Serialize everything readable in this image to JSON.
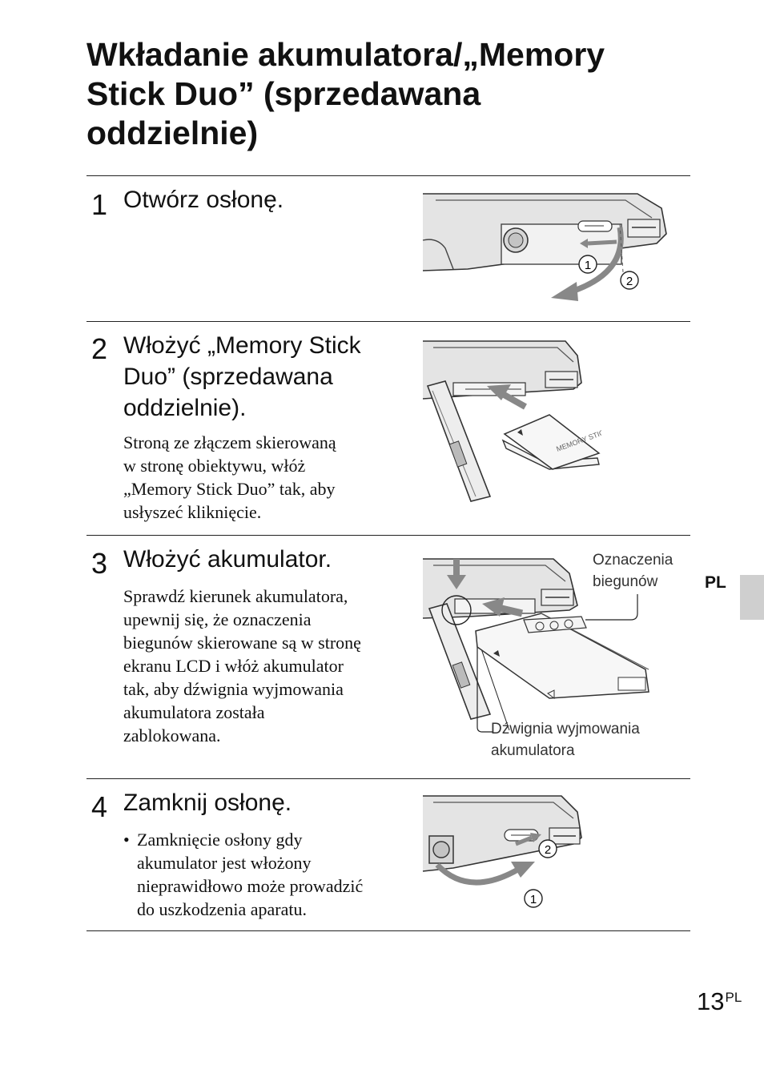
{
  "title_lines": [
    "Wkładanie akumulatora/„Memory",
    "Stick Duo” (sprzedawana",
    "oddzielnie)"
  ],
  "steps": [
    {
      "number": "1",
      "heading": [
        "Otwórz osłonę."
      ],
      "callouts": [
        "1",
        "2"
      ]
    },
    {
      "number": "2",
      "heading": [
        "Włożyć „Memory Stick",
        "Duo” (sprzedawana",
        "oddzielnie)."
      ],
      "body": [
        "Stroną ze złączem skierowaną",
        "w stronę obiektywu, włóż",
        "„Memory Stick Duo” tak, aby",
        "usłyszeć kliknięcie."
      ]
    },
    {
      "number": "3",
      "heading": [
        "Włożyć akumulator."
      ],
      "body": [
        "Sprawdź kierunek akumulatora,",
        "upewnij się, że oznaczenia",
        "biegunów skierowane są w stronę",
        "ekranu LCD i włóż akumulator",
        "tak, aby dźwignia wyjmowania",
        "akumulatora została",
        "zablokowana."
      ],
      "label_polarity": [
        "Oznaczenia",
        "biegunów"
      ],
      "label_lever": [
        "Dźwignia wyjmowania",
        "akumulatora"
      ]
    },
    {
      "number": "4",
      "heading": [
        "Zamknij osłonę."
      ],
      "bullets": [
        [
          "Zamknięcie osłony gdy",
          "akumulator jest włożony",
          "nieprawidłowo może prowadzić",
          "do uszkodzenia aparatu."
        ]
      ],
      "callouts": [
        "2",
        "1"
      ]
    }
  ],
  "language_tab": "PL",
  "page_number": "13",
  "page_number_suffix": "PL"
}
